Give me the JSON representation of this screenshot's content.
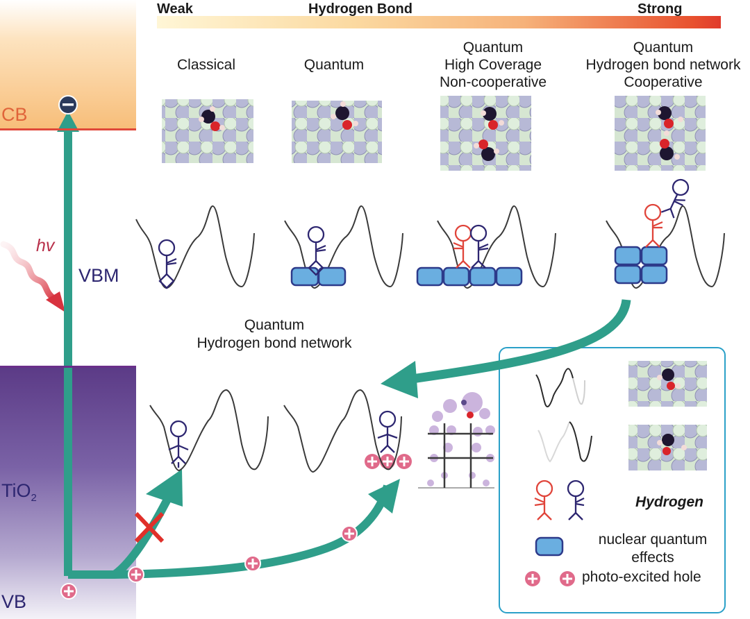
{
  "bands": {
    "cb_label": "CB",
    "vbm_label": "VBM",
    "material_label": "TiO",
    "material_subscript": "2",
    "vb_label": "VB",
    "photon_label": "hv"
  },
  "hydrogen_bond_scale": {
    "weak_label": "Weak",
    "title": "Hydrogen Bond",
    "strong_label": "Strong",
    "gradient_colors": [
      "#fff6d6",
      "#f6b27a",
      "#e03a2c"
    ]
  },
  "columns": [
    {
      "lines": [
        "",
        "",
        "Classical"
      ],
      "hydrogens": [
        "blue"
      ],
      "nqe_blocks": 0,
      "molecules": 1
    },
    {
      "lines": [
        "",
        "",
        "Quantum"
      ],
      "hydrogens": [
        "blue"
      ],
      "nqe_blocks": 2,
      "molecules": 1
    },
    {
      "lines": [
        "Quantum",
        "High Coverage",
        "Non-cooperative"
      ],
      "hydrogens": [
        "red",
        "blue"
      ],
      "nqe_blocks": 4,
      "molecules": 2
    },
    {
      "lines": [
        "Quantum",
        "Hydrogen bond network",
        "Cooperative"
      ],
      "hydrogens": [
        "red",
        "blue"
      ],
      "nqe_blocks": 4,
      "molecules": 2
    }
  ],
  "network_panel": {
    "title_line1": "Quantum",
    "title_line2": "Hydrogen bond network",
    "blocked_transfer": "classical well (transfer blocked)",
    "accepted_holes": 3
  },
  "legend": {
    "hydrogen_label": "Hydrogen",
    "nqe_line1": "nuclear quantum",
    "nqe_line2": "effects",
    "hole_label": "photo-excited hole"
  },
  "colors": {
    "arrow": "#2f9e8a",
    "hole": "#e06a8a",
    "electron": "#2b3a5c",
    "hydrogen_red": "#e0443a",
    "hydrogen_blue": "#2d2670",
    "nqe_fill": "#6aaee0",
    "nqe_stroke": "#2d3a8a",
    "cross": "#e0302a",
    "legend_border": "#2aa0c8"
  }
}
